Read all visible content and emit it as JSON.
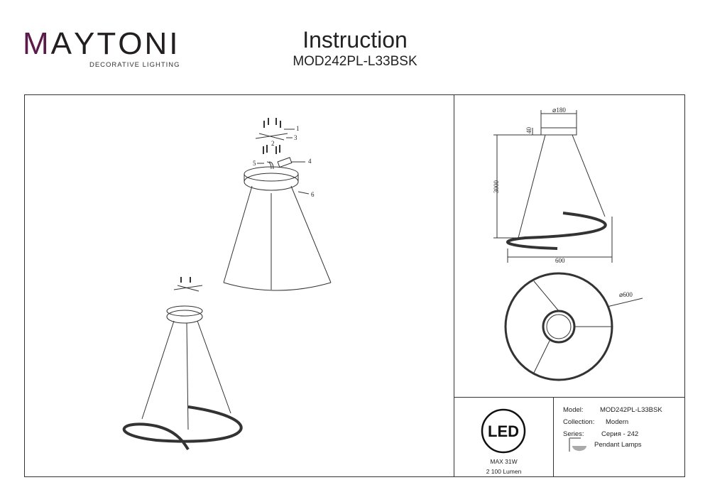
{
  "brand": {
    "name": "MAYTONI",
    "letters": [
      "M",
      "A",
      "Y",
      "T",
      "O",
      "N",
      "I"
    ],
    "tagline": "DECORATIVE LIGHTING",
    "accent": "#5a1a4a"
  },
  "header": {
    "title": "Instruction",
    "model": "MOD242PL-L33BSK"
  },
  "assembly": {
    "labels": [
      "1",
      "2",
      "3",
      "4",
      "5",
      "6"
    ]
  },
  "dimensions": {
    "canopy_diameter": "⌀180",
    "canopy_height": "40",
    "cable_length": "3000",
    "width": "600",
    "ring_diameter": "⌀600"
  },
  "led": {
    "icon": "LED",
    "power": "MAX 31W",
    "lumen": "2 100 Lumen"
  },
  "info": {
    "model_label": "Model:",
    "model": "MOD242PL-L33BSK",
    "collection_label": "Collection:",
    "collection": "Modern",
    "series_label": "Series:",
    "series": "Серия - 242",
    "type": "Pendant Lamps"
  }
}
